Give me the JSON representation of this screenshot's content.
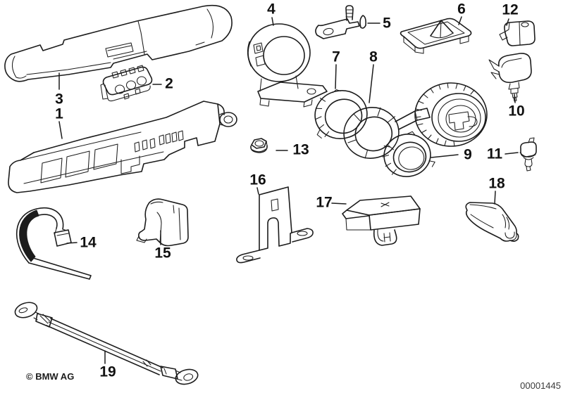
{
  "diagram": {
    "copyright": "© BMW AG",
    "image_number": "00001445",
    "line_color": "#1c1c1c",
    "background_color": "#ffffff"
  },
  "callouts": [
    "1",
    "2",
    "3",
    "4",
    "5",
    "6",
    "7",
    "8",
    "9",
    "10",
    "11",
    "12",
    "13",
    "14",
    "15",
    "16",
    "17",
    "18",
    "19"
  ]
}
